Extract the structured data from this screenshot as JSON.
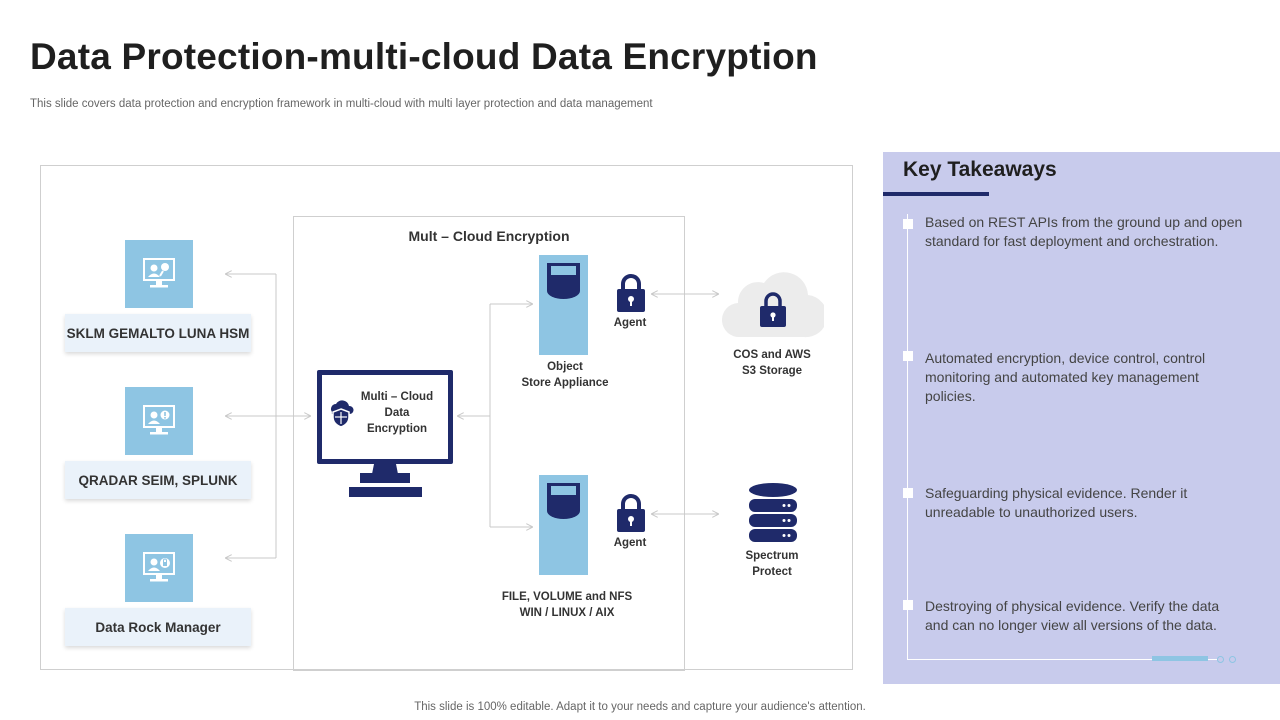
{
  "header": {
    "title": "Data Protection-multi-cloud Data Encryption",
    "subtitle": "This slide covers data protection and encryption framework  in multi-cloud with multi layer protection and data management"
  },
  "diagram": {
    "left_items": [
      {
        "label": "SKLM GEMALTO LUNA HSM"
      },
      {
        "label": "QRADAR SEIM, SPLUNK"
      },
      {
        "label": "Data Rock Manager"
      }
    ],
    "panel_title": "Mult – Cloud Encryption",
    "monitor": {
      "line1": "Multi – Cloud",
      "line2": "Data",
      "line3": "Encryption"
    },
    "object_store": {
      "line1": "Object",
      "line2": "Store Appliance"
    },
    "file_volume": {
      "line1": "FILE, VOLUME and NFS",
      "line2": "WIN / LINUX / AIX"
    },
    "agent_top": "Agent",
    "agent_bottom": "Agent",
    "cos_storage": {
      "line1": "COS and AWS",
      "line2": "S3 Storage"
    },
    "spectrum": {
      "line1": "Spectrum",
      "line2": "Protect"
    }
  },
  "takeaways": {
    "title": "Key Takeaways",
    "items": [
      {
        "text": "Based on REST APIs from the ground up and open standard for fast deployment and orchestration."
      },
      {
        "text": "Automated encryption, device control, control monitoring and automated key management policies."
      },
      {
        "text": "Safeguarding physical evidence. Render it unreadable to unauthorized users."
      },
      {
        "text": "Destroying of physical evidence. Verify the data and can no longer view all versions of the data."
      }
    ]
  },
  "footer": {
    "text": "This slide is 100% editable. Adapt it to your needs and capture your audience's attention."
  },
  "colors": {
    "navy": "#1f2a6a",
    "light_blue": "#8ec5e3",
    "panel_lavender": "#c8cbec",
    "label_bg": "#eaf2fa"
  }
}
